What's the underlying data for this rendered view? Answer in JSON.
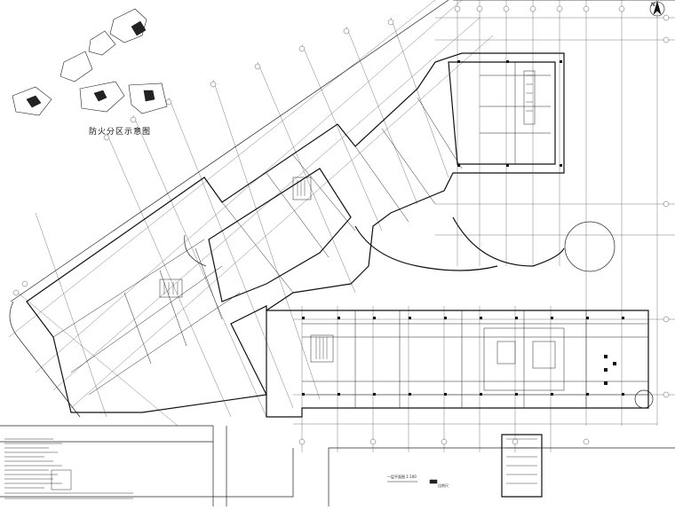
{
  "drawing": {
    "legend_title": "防火分区示意图",
    "scale_note": "一层平面图 1:100",
    "scale_sub": "比例尺",
    "north": "N",
    "colors": {
      "line": "#1a1a1a",
      "grid": "#555555",
      "hatch": "#222222",
      "paper": "#ffffff"
    }
  }
}
